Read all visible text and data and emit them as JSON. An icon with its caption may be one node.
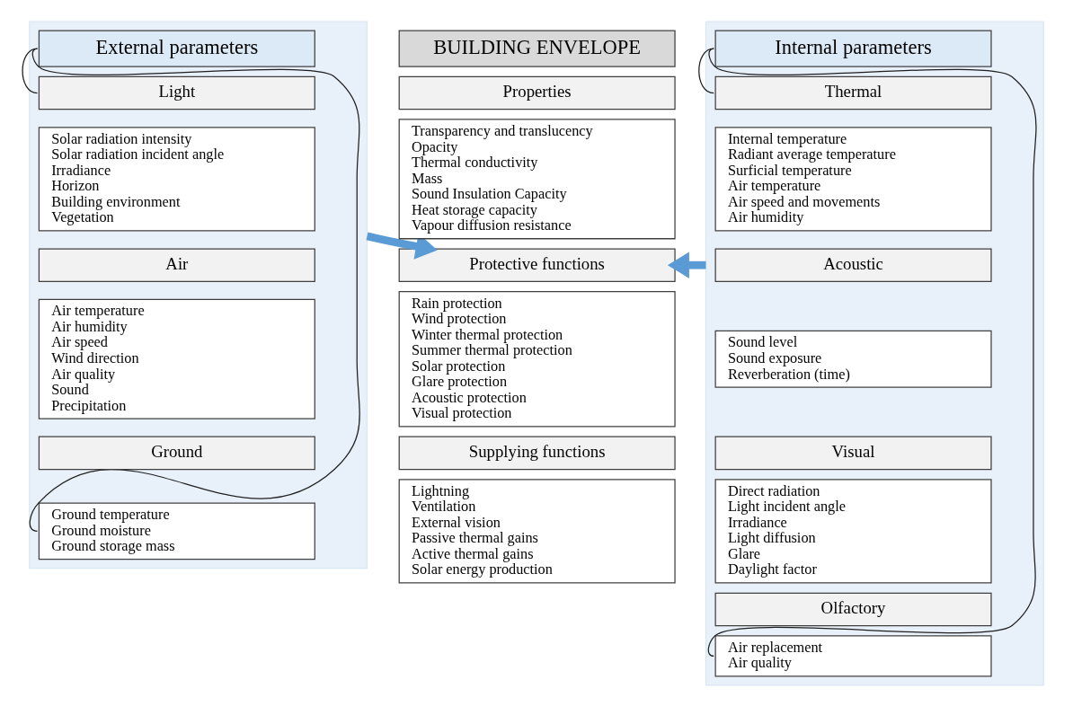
{
  "diagram": {
    "nodes": [
      {
        "text": [],
        "shape": "box"
      },
      {
        "text": [
          "External parameters"
        ],
        "in": 0
      },
      {
        "text": [
          "Light"
        ],
        "in": 0
      },
      {
        "text": [
          "Solar radiation intensity",
          "Solar radiation incident angle",
          "Irradiance",
          "Horizon",
          "Building environment",
          "Vegetation"
        ],
        "in": 0
      },
      {
        "text": [
          "Air"
        ],
        "in": 0
      },
      {
        "text": [
          "Air temperature",
          "Air humidity",
          "Air speed",
          "Wind direction",
          "Air quality",
          "Sound",
          "Precipitation"
        ],
        "in": 0
      },
      {
        "text": [
          "Ground"
        ],
        "in": 0
      },
      {
        "text": [
          "Ground temperature",
          "Ground moisture",
          "Ground storage mass"
        ],
        "in": 0
      },
      {
        "text": [
          "BUILDING ENVELOPE"
        ]
      },
      {
        "text": [
          "Properties"
        ]
      },
      {
        "text": [
          "Transparency and translucency",
          "Opacity",
          "Thermal conductivity",
          "Mass",
          "Sound Insulation Capacity",
          "Heat storage capacity",
          "Vapour diffusion resistance"
        ]
      },
      {
        "text": [
          "Protective functions"
        ]
      },
      {
        "text": [
          "Rain protection",
          "Wind protection",
          "Winter thermal protection",
          "Summer thermal protection",
          "Solar protection",
          "Glare protection",
          "Acoustic protection",
          "Visual protection"
        ]
      },
      {
        "text": [
          "Supplying functions"
        ]
      },
      {
        "text": [
          "Lightning",
          "Ventilation",
          "External vision",
          "Passive thermal gains",
          "Active thermal gains",
          "Solar energy production"
        ]
      },
      {
        "text": [],
        "shape": "box"
      },
      {
        "text": [
          "Internal parameters"
        ],
        "in": 15
      },
      {
        "text": [
          "Thermal"
        ],
        "in": 15
      },
      {
        "text": [
          "Internal temperature",
          "Radiant average temperature",
          "Surficial temperature",
          "Air temperature",
          "Air speed and movements",
          "Air humidity"
        ],
        "in": 15
      },
      {
        "text": [
          "Acoustic"
        ],
        "in": 15
      },
      {
        "text": [
          "Sound level",
          "Sound exposure",
          "Reverberation (time)"
        ],
        "in": 15
      },
      {
        "text": [
          "Visual"
        ],
        "in": 15
      },
      {
        "text": [
          "Direct radiation",
          "Light incident angle",
          "Irradiance",
          "Light diffusion",
          "Glare",
          "Daylight factor"
        ],
        "in": 15
      },
      {
        "text": [
          "Olfactory"
        ],
        "in": 15
      },
      {
        "text": [
          "Air replacement",
          "Air quality"
        ],
        "in": 15
      }
    ],
    "edges": [
      {
        "from": 1,
        "to": 2,
        "arrow": "none"
      },
      {
        "from": 1,
        "to": 7,
        "arrow": "none"
      },
      {
        "from": 16,
        "to": 17,
        "arrow": "none"
      },
      {
        "from": 16,
        "to": 24,
        "arrow": "none"
      },
      {
        "from": 0,
        "to": 11,
        "arrow": "to",
        "style": "thick",
        "color": "#5b9bd5"
      },
      {
        "from": 15,
        "to": 11,
        "arrow": "to",
        "style": "thick",
        "color": "#5b9bd5"
      }
    ]
  }
}
